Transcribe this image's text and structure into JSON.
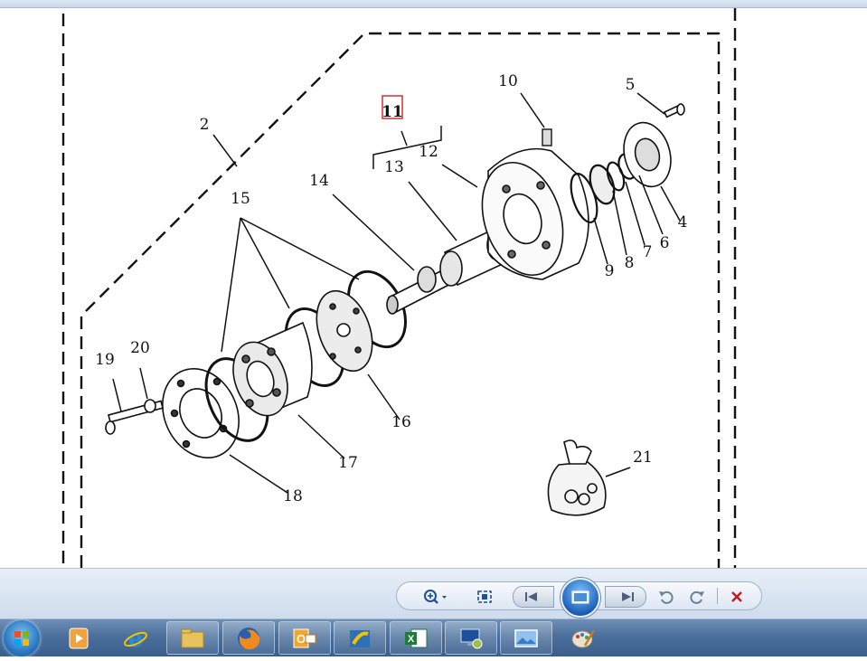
{
  "drawing": {
    "callouts": [
      "2",
      "4",
      "5",
      "6",
      "7",
      "8",
      "9",
      "10",
      "11",
      "12",
      "13",
      "14",
      "15",
      "16",
      "17",
      "18",
      "19",
      "20",
      "21"
    ],
    "highlighted_callout": "11"
  },
  "toolbar": {
    "buttons": [
      {
        "name": "zoom-icon",
        "label": "Zoom"
      },
      {
        "name": "actual-size-icon",
        "label": "Actual size"
      },
      {
        "name": "previous-icon",
        "label": "Previous"
      },
      {
        "name": "slideshow-icon",
        "label": "Play slide show"
      },
      {
        "name": "next-icon",
        "label": "Next"
      },
      {
        "name": "rotate-counterclockwise-icon",
        "label": "Rotate counterclockwise"
      },
      {
        "name": "rotate-clockwise-icon",
        "label": "Rotate clockwise"
      },
      {
        "name": "delete-icon",
        "label": "Delete"
      }
    ],
    "delete_color": "#c8161d"
  },
  "taskbar": {
    "items": [
      "start-orb-icon",
      "media-player-icon",
      "internet-explorer-icon",
      "file-explorer-icon",
      "firefox-icon",
      "outlook-icon",
      "folder-app-icon",
      "excel-icon",
      "remote-desktop-icon",
      "photo-viewer-icon",
      "paint-icon"
    ]
  }
}
